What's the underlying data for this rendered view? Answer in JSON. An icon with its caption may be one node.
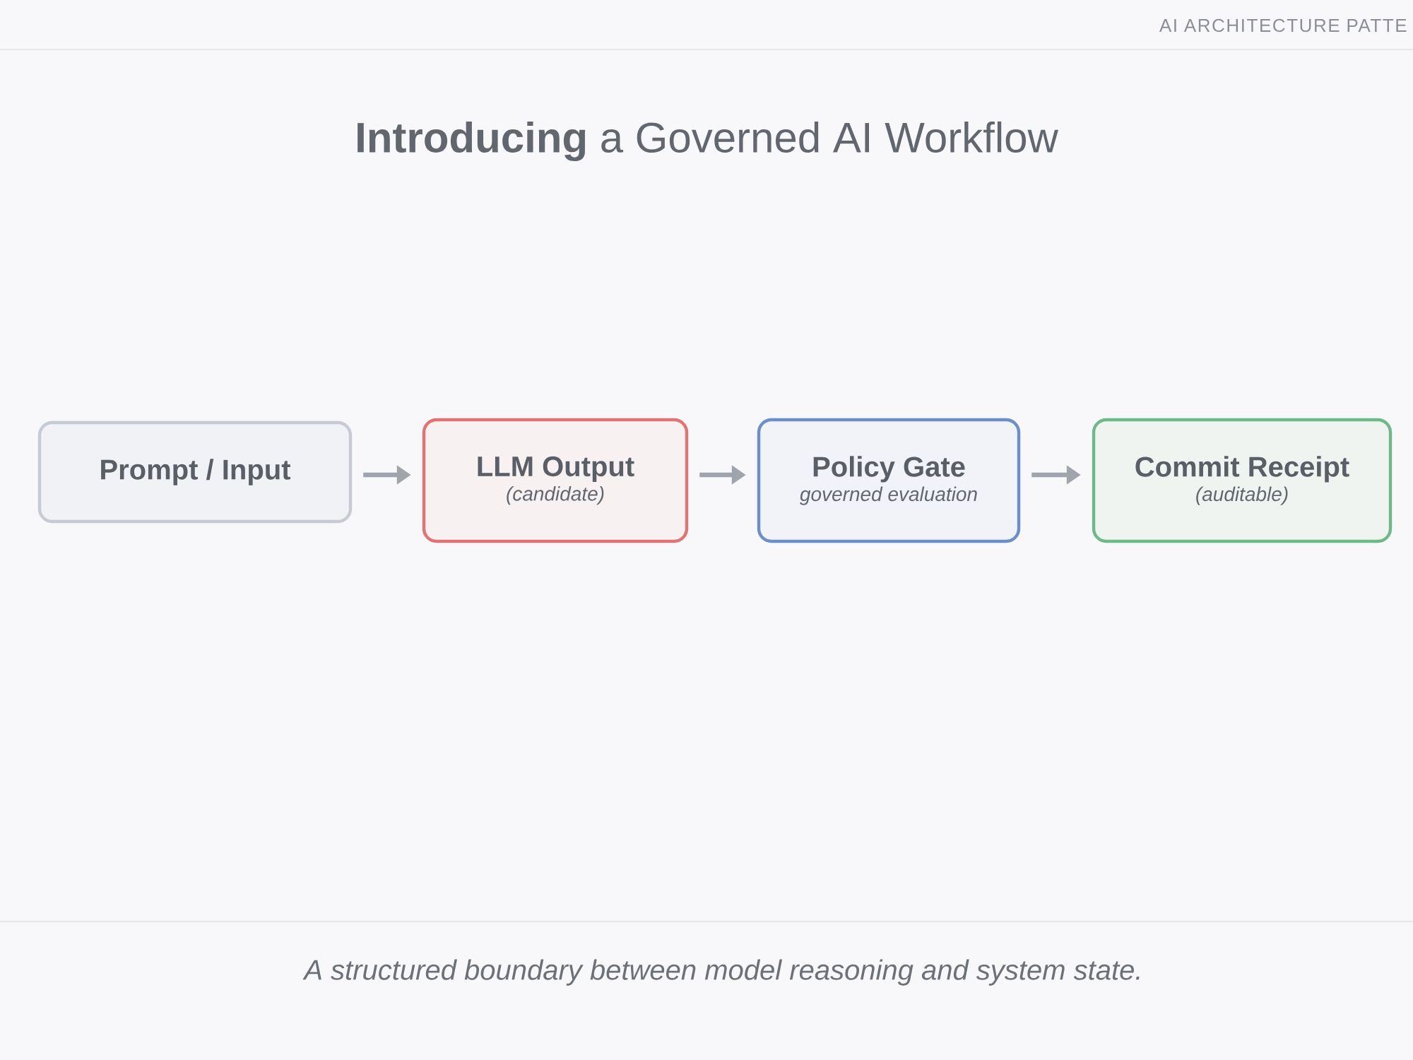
{
  "diagram": {
    "title": "**Introducing** a Governed AI Workflow",
    "caption": "A structured boundary between model reasoning and system state.",
    "nodes": [
      {
        "text": [
          "Prompt / Input"
        ]
      },
      {
        "text": [
          "LLM Output",
          "(candidate)"
        ]
      },
      {
        "text": [
          "Policy Gate",
          "governed evaluation"
        ]
      },
      {
        "text": [
          "Commit Receipt",
          "(auditable)"
        ]
      }
    ],
    "edges": [
      {
        "from": 0,
        "to": 1,
        "arrow": "to"
      },
      {
        "from": 1,
        "to": 2,
        "arrow": "to"
      },
      {
        "from": 2,
        "to": 3,
        "arrow": "to"
      }
    ],
    "labels": [
      "AI ARCHITECTURE PATTE"
    ]
  }
}
